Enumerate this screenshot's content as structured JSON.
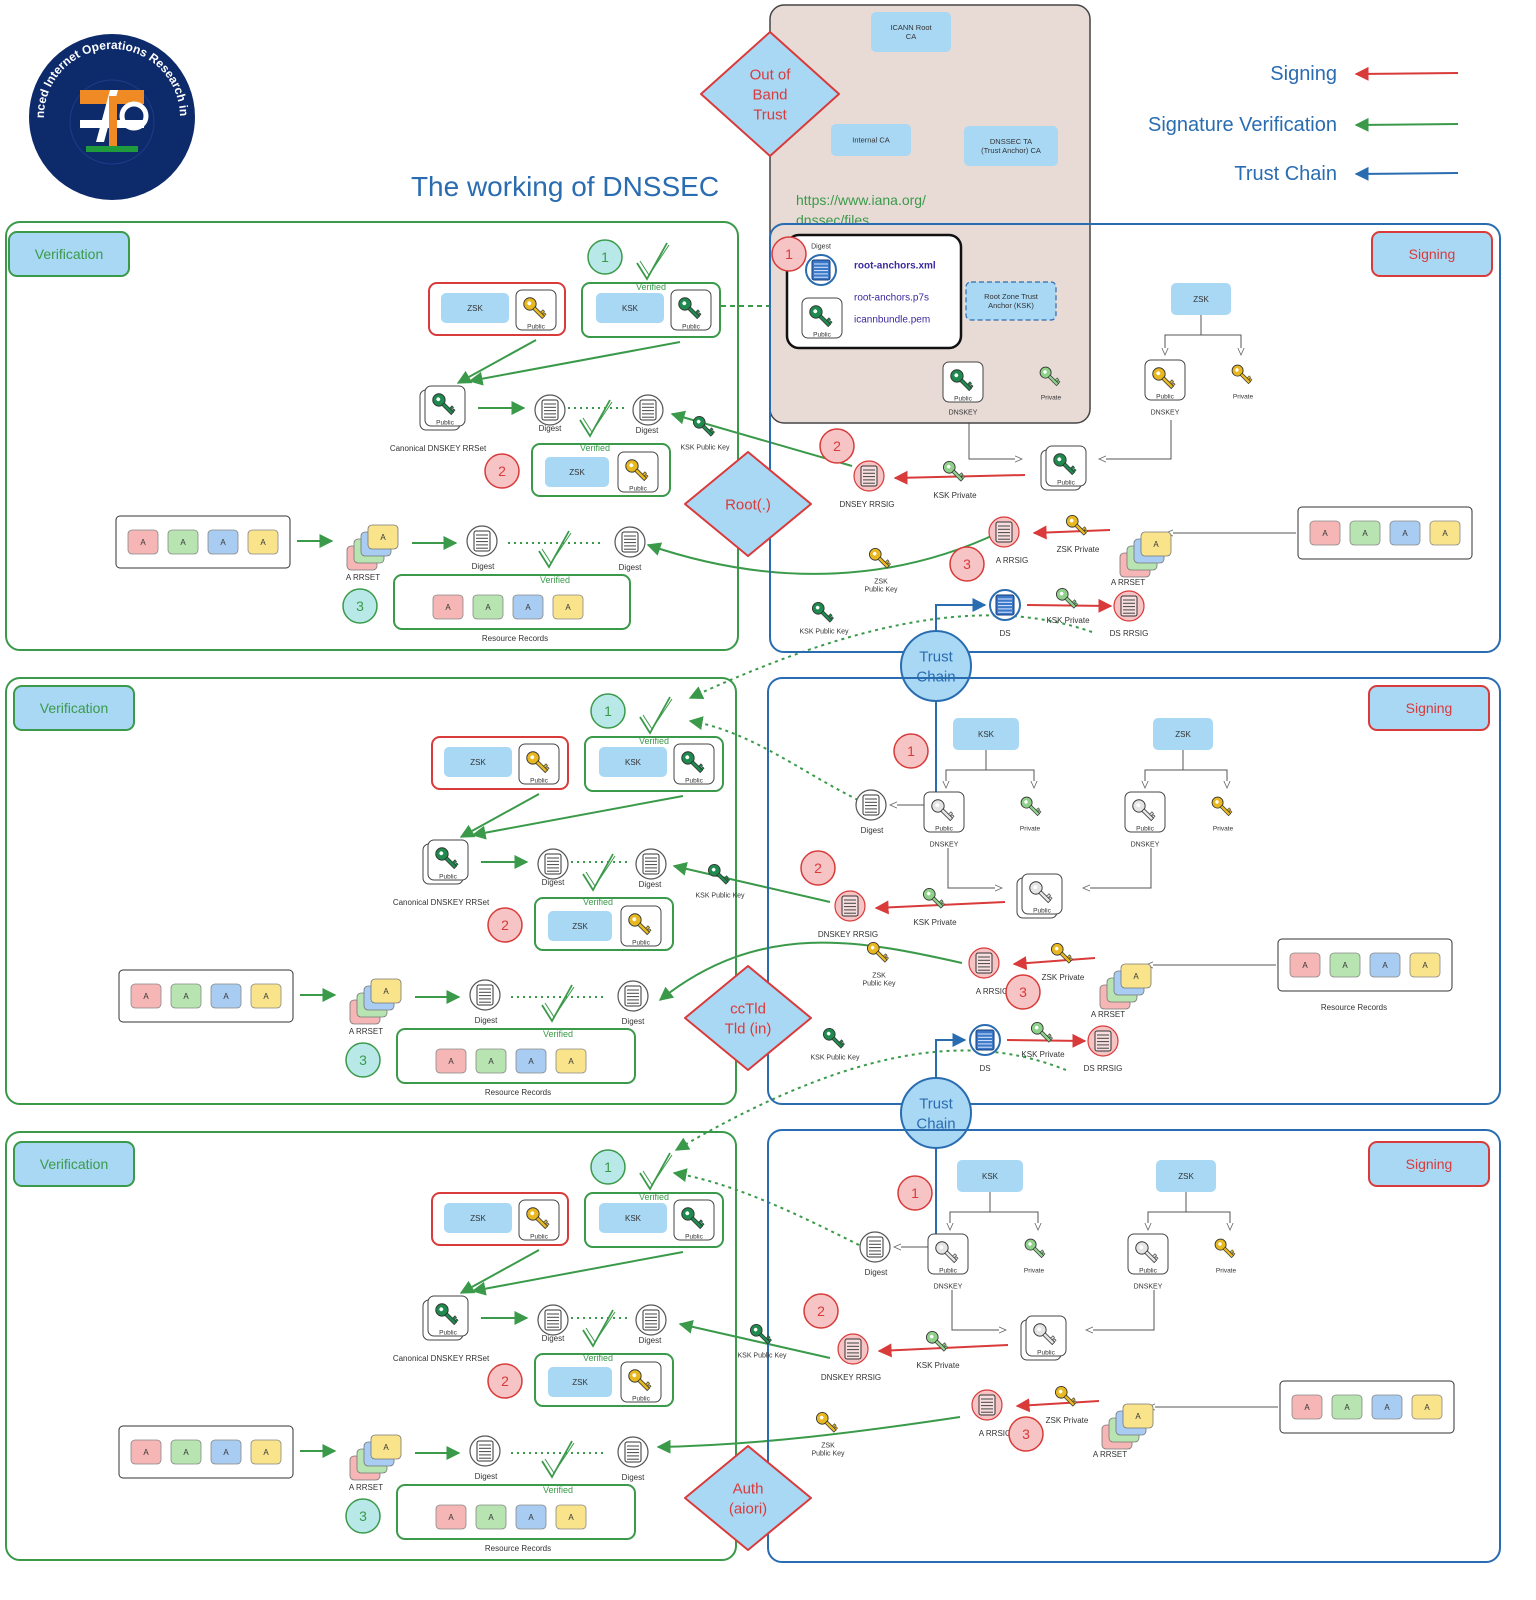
{
  "title": "The working of DNSSEC",
  "logo": {
    "ring_text": "Advanced Internet Operations Research in India",
    "monogram": "AIORI",
    "colors": {
      "navy": "#0d2a6b",
      "saffron": "#f08a24",
      "green": "#1f9a3c"
    }
  },
  "legend": [
    {
      "label": "Signing",
      "color": "#d93a3a"
    },
    {
      "label": "Signature Verification",
      "color": "#3a9a4a"
    },
    {
      "label": "Trust Chain",
      "color": "#2a6cb0"
    }
  ],
  "colors": {
    "verification": "#3a9a4a",
    "signing": "#d93a3a",
    "trust": "#2a6cb0",
    "box_fill": "#a9d8f5",
    "anchor_panel": "#e8dbd6",
    "rr_pink": "#f6b6b6",
    "rr_green": "#b7e4b0",
    "rr_blue": "#a9cdf2",
    "rr_yellow": "#f9e48c",
    "key_green": "#1e8a4e",
    "key_yellow": "#e8b820",
    "key_lightgreen": "#8fd08a"
  },
  "out_of_band": {
    "label": "Out of\nBand\nTrust",
    "icann": "ICANN Root\nCA",
    "internal": "Internal CA",
    "ta": "DNSSEC TA\n(Trust Anchor) CA",
    "url": "https://www.iana.org/\ndnssec/files",
    "digest_label": "Digest",
    "files": [
      "root-anchors.xml",
      "root-anchors.p7s",
      "icannbundle.pem"
    ],
    "public_label": "Public",
    "root_zone_ta": "Root Zone Trust\nAnchor (KSK)",
    "dnskey_label": "DNSKEY",
    "private_label": "Private",
    "step": "1"
  },
  "zones": [
    {
      "name": "Root(.)",
      "verification_label": "Verification",
      "signing_label": "Signing",
      "steps": [
        "1",
        "2",
        "3"
      ],
      "zsk": "ZSK",
      "ksk": "KSK",
      "public": "Public",
      "private": "Private",
      "verified": "Verified",
      "digest": "Digest",
      "canonical": "Canonical DNSKEY RRSet",
      "a_rrset": "A RRSET",
      "resource_records": "Resource Records",
      "rr_label": "A",
      "ksk_public_key": "KSK Public Key",
      "zsk_public_key": "ZSK\nPublic Key",
      "dnskey_rrsig": "DNSEY RRSIG",
      "ksk_private": "KSK Private",
      "zsk_private": "ZSK Private",
      "a_rrsig": "A RRSIG",
      "ds": "DS",
      "ds_rrsig": "DS RRSIG",
      "dnskey": "DNSKEY",
      "signing_rr_caption": "",
      "trust_chain": "Trust\nChain"
    },
    {
      "name": "ccTld\nTld (in)",
      "verification_label": "Verification",
      "signing_label": "Signing",
      "steps": [
        "1",
        "2",
        "3"
      ],
      "zsk": "ZSK",
      "ksk": "KSK",
      "public": "Public",
      "private": "Private",
      "verified": "Verified",
      "digest": "Digest",
      "canonical": "Canonical DNSKEY RRSet",
      "a_rrset": "A RRSET",
      "resource_records": "Resource Records",
      "rr_label": "A",
      "ksk_public_key": "KSK Public Key",
      "zsk_public_key": "ZSK\nPublic Key",
      "dnskey_rrsig": "DNSKEY RRSIG",
      "ksk_private": "KSK Private",
      "zsk_private": "ZSK Private",
      "a_rrsig": "A RRSIG",
      "ds": "DS",
      "ds_rrsig": "DS RRSIG",
      "dnskey": "DNSKEY",
      "signing_rr_caption": "Resource Records",
      "trust_chain": "Trust\nChain"
    },
    {
      "name": "Auth\n(aiori)",
      "verification_label": "Verification",
      "signing_label": "Signing",
      "steps": [
        "1",
        "2",
        "3"
      ],
      "zsk": "ZSK",
      "ksk": "KSK",
      "public": "Public",
      "private": "Private",
      "verified": "Verified",
      "digest": "Digest",
      "canonical": "Canonical DNSKEY RRSet",
      "a_rrset": "A RRSET",
      "resource_records": "Resource Records",
      "rr_label": "A",
      "ksk_public_key": "KSK Public Key",
      "zsk_public_key": "ZSK\nPublic Key",
      "dnskey_rrsig": "DNSKEY RRSIG",
      "ksk_private": "KSK Private",
      "zsk_private": "ZSK Private",
      "a_rrsig": "A RRSIG",
      "ds": "",
      "ds_rrsig": "",
      "dnskey": "DNSKEY",
      "signing_rr_caption": "",
      "trust_chain": ""
    }
  ]
}
